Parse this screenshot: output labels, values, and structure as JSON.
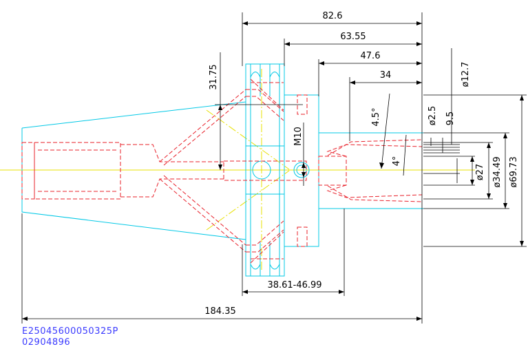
{
  "drawing": {
    "dimensions": {
      "d_82_6": "82.6",
      "d_63_55": "63.55",
      "d_47_6": "47.6",
      "d_34": "34",
      "d_31_75": "31.75",
      "d_phi12_7": "ø12.7",
      "d_phi2_5": "ø2.5",
      "d_9_5": "9.5",
      "d_4_5deg": "4.5°",
      "d_4deg": "4°",
      "d_M10": "M10",
      "d_phi27": "ø27",
      "d_phi34_49": "ø34.49",
      "d_phi69_73": "ø69.73",
      "d_range": "38.61-46.99",
      "d_184_35": "184.35"
    },
    "codes": {
      "part_number": "E25045600050325P",
      "serial": "02904896"
    },
    "colors": {
      "outline": "#00c8e6",
      "hidden": "#e8202a",
      "center": "#e8e000",
      "dimension": "#000000",
      "code_text": "#3b3bff"
    }
  }
}
